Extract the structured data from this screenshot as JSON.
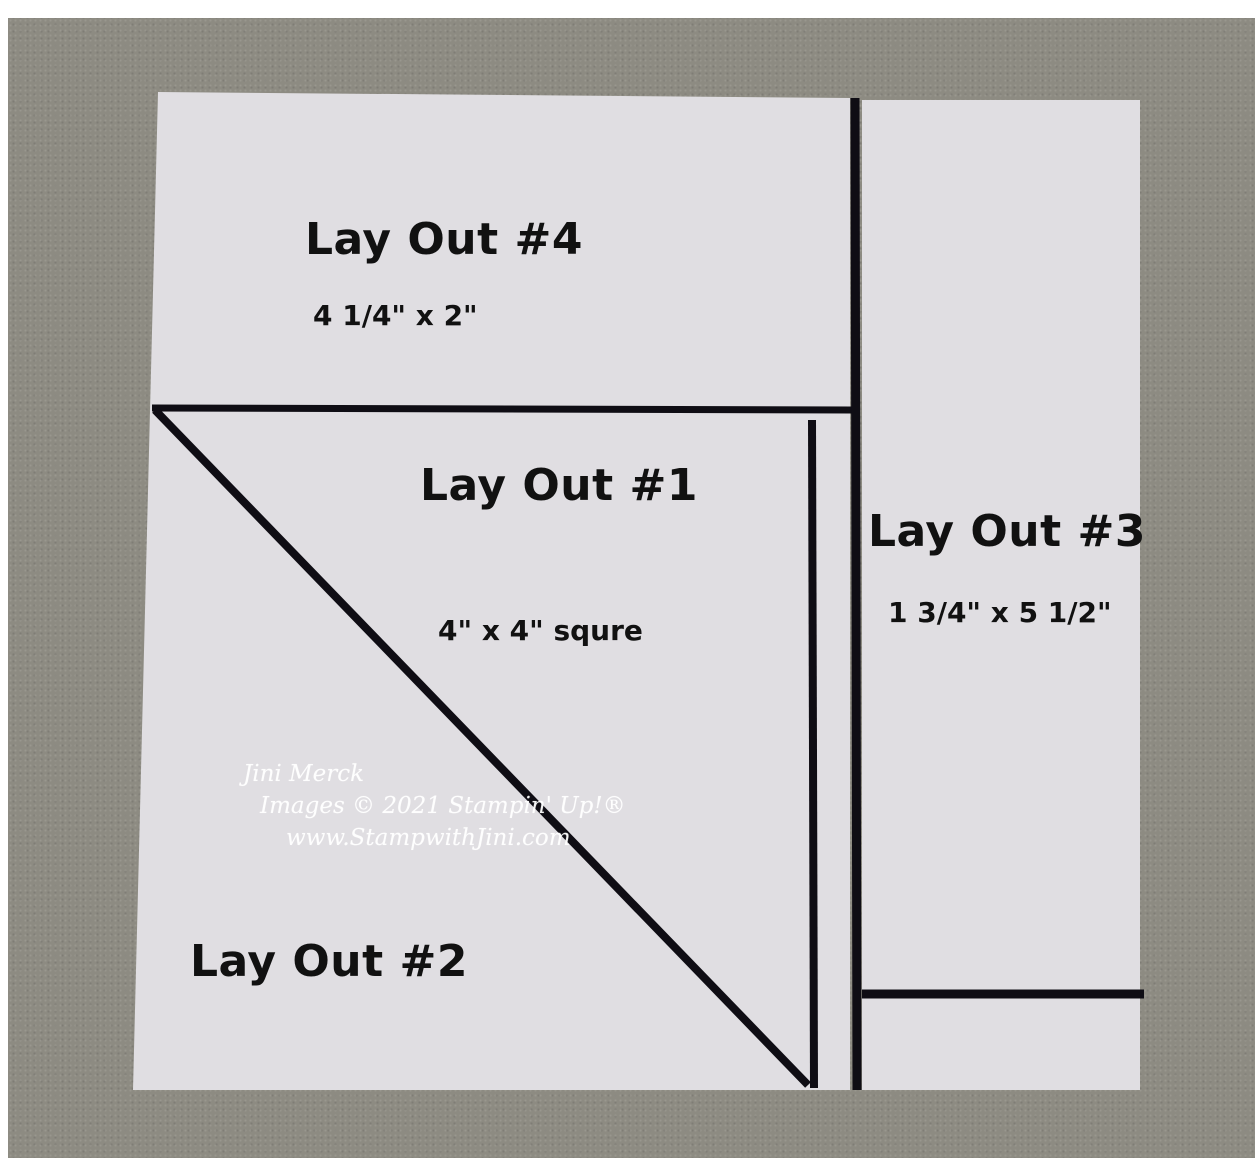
{
  "layouts": {
    "layout_4": {
      "title": "Lay Out #4",
      "dimensions": "4 1/4\" x 2\""
    },
    "layout_1": {
      "title": "Lay Out #1",
      "dimensions": "4\" x 4\" squre"
    },
    "layout_3": {
      "title": "Lay Out #3",
      "dimensions": "1 3/4\" x 5 1/2\""
    },
    "layout_2": {
      "title": "Lay Out #2"
    }
  },
  "watermark": {
    "line1": "Jini Merck",
    "line2": "Images © 2021 Stampin' Up!®",
    "line3": "www.StampwithJini.com"
  },
  "colors": {
    "background_mat": "#8d8b82",
    "paper": "#e0dee2",
    "cut_line": "#0f0d14",
    "text": "#111111",
    "watermark": "#ffffff"
  }
}
